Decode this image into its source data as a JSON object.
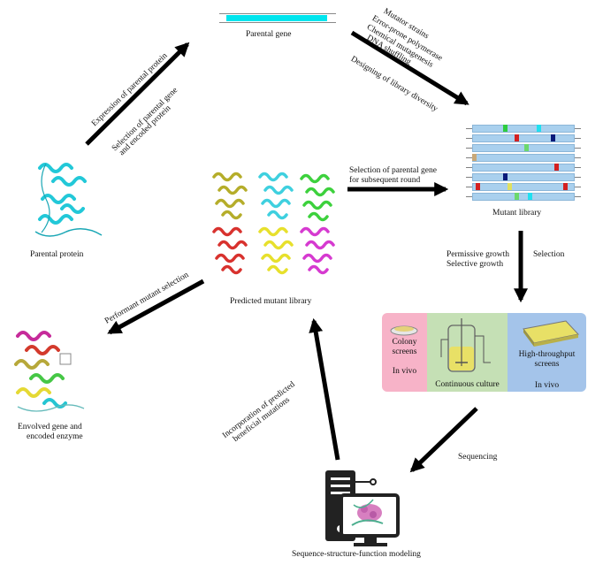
{
  "labels": {
    "parental_gene": "Parental gene",
    "mutagenesis_1": "Mutator strains",
    "mutagenesis_2": "Error-prone polymerase",
    "mutagenesis_3": "Chemical mutagenesis",
    "mutagenesis_4": "DNA shuffling",
    "library_design": "Designing of library diversity",
    "expression": "Expression of parental protein",
    "selection_gene_1": "Selection of parental gene",
    "selection_gene_2": "and encoded protein",
    "parental_protein": "Parental protein",
    "selection_subsequent_1": "Selection of parental gene",
    "selection_subsequent_2": "for subsequent round",
    "mutant_library": "Mutant library",
    "permissive": "Permissive growth",
    "selective": "Selective growth",
    "selection": "Selection",
    "predicted_library": "Predicted mutant library",
    "performant": "Performant mutant selection",
    "evolved_1": "Envolved gene and",
    "evolved_2": "encoded enzyme",
    "colony_1": "Colony",
    "colony_2": "screens",
    "colony_invivo": "In vivo",
    "continuous": "Continuous culture",
    "hts_1": "High-throughput",
    "hts_2": "screens",
    "hts_invivo": "In vivo",
    "sequencing": "Sequencing",
    "incorporation_1": "Incorporation of predicted",
    "incorporation_2": "beneficial mutations",
    "modeling": "Sequence-structure-function modeling"
  },
  "colors": {
    "gene_bar": "#00e5ee",
    "arrow": "#000000",
    "library_row": "#a9d0ee",
    "colony_panel": "#f7b3c8",
    "culture_panel": "#c5e0b5",
    "hts_panel": "#a4c4ea"
  }
}
